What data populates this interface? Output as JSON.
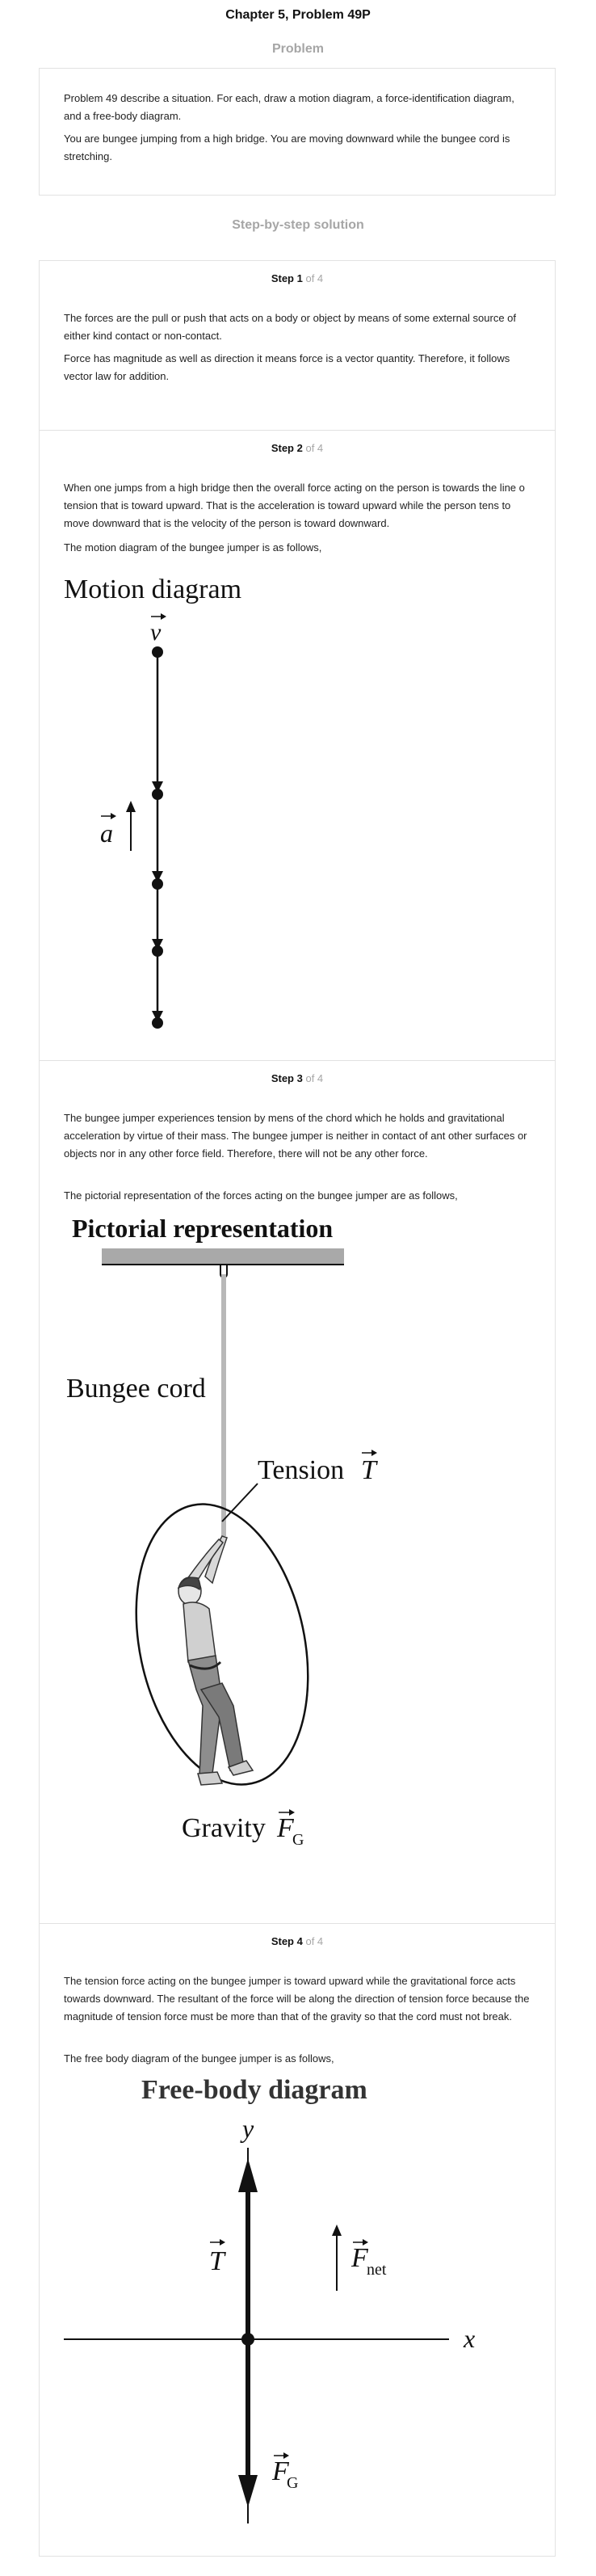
{
  "page": {
    "title": "Chapter 5, Problem 49P"
  },
  "problem": {
    "heading": "Problem",
    "paragraphs": [
      "Problem 49 describe a situation. For each, draw a motion diagram, a force-identification diagram, and a free-body diagram.",
      "You are bungee jumping from a high bridge. You are moving downward while the bungee cord is stretching."
    ]
  },
  "solution": {
    "heading": "Step-by-step solution",
    "steps": [
      {
        "label": "Step 1",
        "of": "of 4",
        "paragraphs": [
          "The forces are the pull or push that acts on a body or object by means of some external source of either kind contact or non-contact.",
          "Force has magnitude as well as direction it means force is a vector quantity. Therefore, it follows vector law for addition."
        ]
      },
      {
        "label": "Step 2",
        "of": "of 4",
        "paragraphs": [
          "When one jumps from a high bridge then the overall force acting on the person is towards the line o tension that is toward upward. That is the acceleration is toward upward while the person tens to move downward that is the velocity of the person is toward downward.",
          "The motion diagram of the bungee jumper is as follows,"
        ],
        "figure": {
          "title": "Motion diagram",
          "velocity_label": "v",
          "acceleration_label": "a"
        }
      },
      {
        "label": "Step 3",
        "of": "of 4",
        "paragraphs": [
          "The bungee jumper experiences tension by mens of the chord which he holds and gravitational acceleration by virtue of their mass. The bungee jumper is neither in contact of ant other surfaces or objects nor in any other force field. Therefore, there will not be any other force.",
          "The pictorial representation of the forces acting on the bungee jumper are as follows,"
        ],
        "figure": {
          "title": "Pictorial representation",
          "cord_label": "Bungee cord",
          "tension_label": "Tension",
          "tension_symbol": "T",
          "gravity_label": "Gravity",
          "gravity_symbol": "F",
          "gravity_subscript": "G"
        }
      },
      {
        "label": "Step 4",
        "of": "of 4",
        "paragraphs": [
          "The tension force acting on the bungee jumper is toward upward while the gravitational force acts towards downward. The resultant of the force will be along the direction of tension force because the magnitude of tension force must be more than that of the gravity so that the cord must not break.",
          "The free body diagram of the bungee jumper is as follows,"
        ],
        "figure": {
          "title": "Free-body diagram",
          "y_axis": "y",
          "x_axis": "x",
          "tension_symbol": "T",
          "net_symbol": "F",
          "net_subscript": "net",
          "gravity_symbol": "F",
          "gravity_subscript": "G"
        }
      }
    ]
  },
  "colors": {
    "heading_gray": "#a6a6a6",
    "border": "#e2e2e2",
    "text": "#222222"
  }
}
